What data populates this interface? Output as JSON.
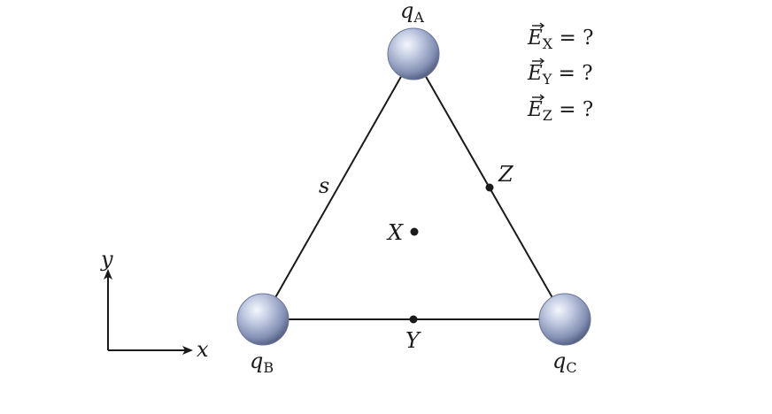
{
  "colors": {
    "line": "#1a1a1a",
    "sphere_light": "#e8edf6",
    "sphere_mid": "#9aa6c6",
    "sphere_dark": "#4f5a7d"
  },
  "charges": {
    "a": {
      "symbol": "q",
      "subscript": "A"
    },
    "b": {
      "symbol": "q",
      "subscript": "B"
    },
    "c": {
      "symbol": "q",
      "subscript": "C"
    }
  },
  "points": {
    "x": {
      "label": "X"
    },
    "y": {
      "label": "Y"
    },
    "z": {
      "label": "Z"
    }
  },
  "side_label": "s",
  "axes": {
    "x_label": "x",
    "y_label": "y"
  },
  "questions": [
    {
      "symbol": "E",
      "subscript": "X",
      "rest": " = ?"
    },
    {
      "symbol": "E",
      "subscript": "Y",
      "rest": " = ?"
    },
    {
      "symbol": "E",
      "subscript": "Z",
      "rest": " = ?"
    }
  ],
  "icons": {
    "charge": "sphere-icon",
    "point": "dot-icon",
    "axis": "arrow-icon"
  }
}
